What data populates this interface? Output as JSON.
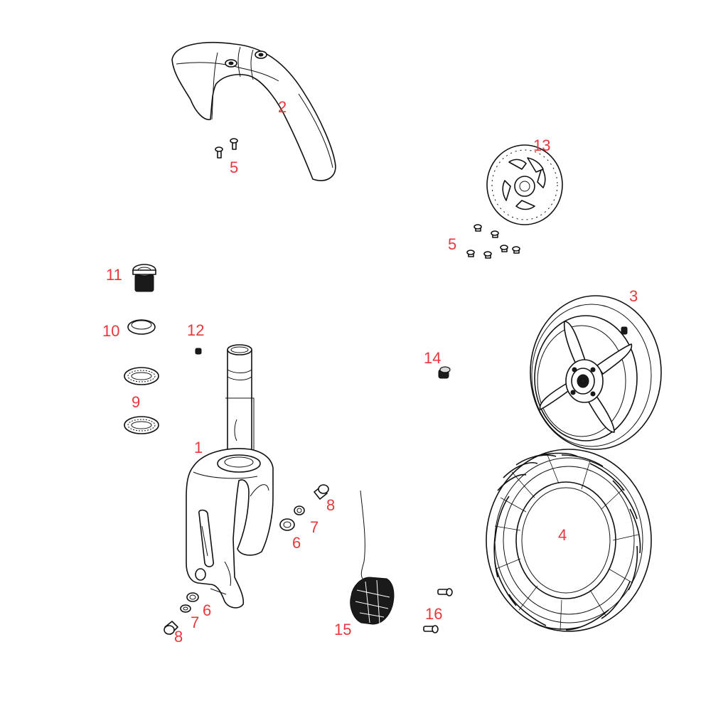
{
  "colors": {
    "callout": "#e8383b",
    "line": "#111111",
    "background": "#ffffff"
  },
  "callouts": {
    "fork": "1",
    "fender": "2",
    "wheel_rim": "3",
    "tire": "4",
    "fender_screws": "5",
    "disc_screws": "5",
    "spacer_right": "6",
    "spacer_left": "6",
    "washer_right": "7",
    "washer_left": "7",
    "axle_bolt_right": "8",
    "axle_bolt_left": "8",
    "bearing": "9",
    "ring": "10",
    "top_nut": "11",
    "small_nut": "12",
    "brake_disc": "13",
    "valve": "14",
    "brake_caliper": "15",
    "caliper_bolts": "16"
  }
}
